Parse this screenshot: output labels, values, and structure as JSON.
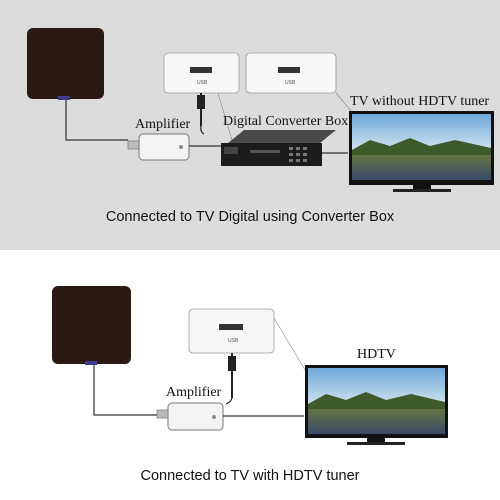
{
  "top_diagram": {
    "amplifier_label": "Amplifier",
    "converter_label": "Digital Converter Box",
    "tv_label": "TV without HDTV tuner",
    "usb_label_1": "USB",
    "usb_label_2": "USB",
    "caption": "Connected to TV Digital using Converter Box"
  },
  "bottom_diagram": {
    "amplifier_label": "Amplifier",
    "tv_label": "HDTV",
    "usb_label": "USB",
    "caption": "Connected to TV with HDTV tuner"
  },
  "colors": {
    "top_background": "#dcdcdc",
    "antenna": "#2b1a14",
    "device_dark": "#1c1c1c"
  }
}
